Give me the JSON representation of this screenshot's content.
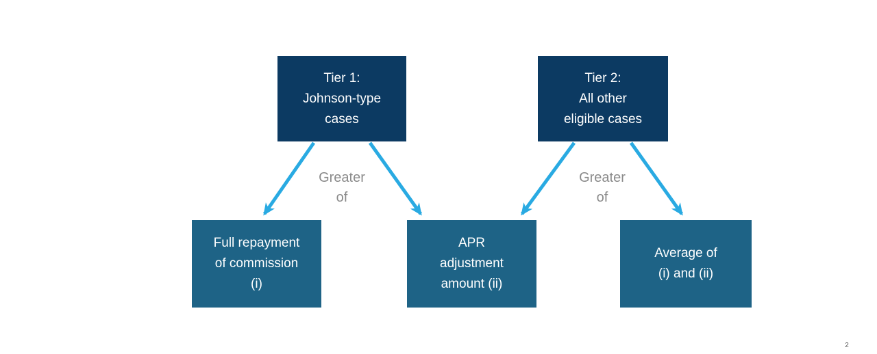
{
  "page": {
    "page_number": "2"
  },
  "colors": {
    "tier_box_bg": "#0c3a62",
    "outcome_box_bg": "#1e6386",
    "box_text": "#ffffff",
    "arrow": "#29aae2",
    "connector_label": "#8a8a8a",
    "page_number_text": "#595959",
    "slide_bg": "#ffffff"
  },
  "diagram": {
    "tier1": {
      "label": "Tier 1:\nJohnson-type\ncases"
    },
    "tier2": {
      "label": "Tier 2:\nAll other\neligible cases"
    },
    "outcome_i": {
      "label": "Full repayment\nof commission\n(i)"
    },
    "outcome_ii": {
      "label": "APR\nadjustment\namount (ii)"
    },
    "outcome_avg": {
      "label": "Average of\n(i) and (ii)"
    },
    "connector_label_tier1": "Greater\nof",
    "connector_label_tier2": "Greater\nof"
  }
}
